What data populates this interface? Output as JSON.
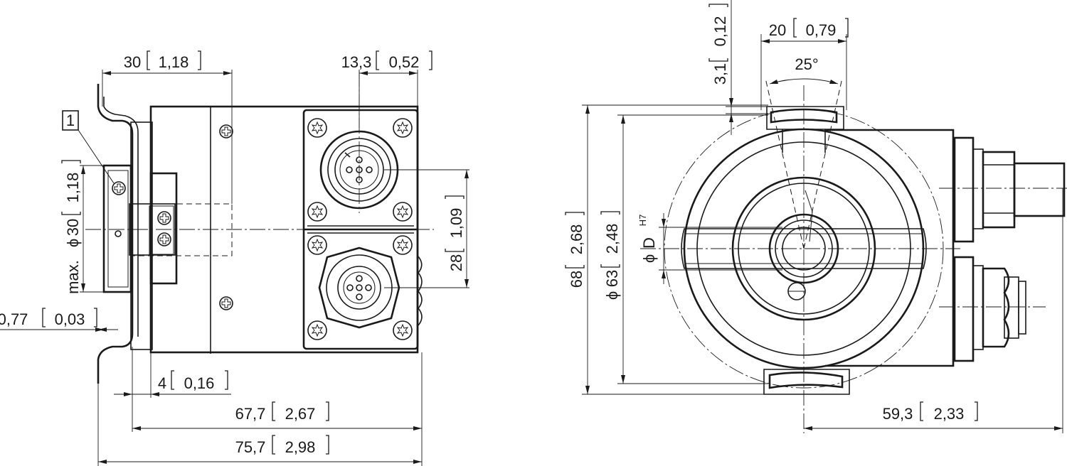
{
  "dimensions": {
    "d30_top": "30",
    "d30_top_in": "1,18",
    "d13": "13,3",
    "d13_in": "0,52",
    "d_max30_prefix": "max.",
    "d_max30_sym": "ϕ",
    "d_max30": "30",
    "d_max30_in": "1,18",
    "d28": "28",
    "d28_in": "1,09",
    "d077": "0,77",
    "d077_in": "0,03",
    "d4": "4",
    "d4_in": "0,16",
    "d677": "67,7",
    "d677_in": "2,67",
    "d757": "75,7",
    "d757_in": "2,98",
    "d20": "20",
    "d20_in": "0,79",
    "d31": "3,1",
    "d31_in": "0,12",
    "angle25": "25°",
    "d68": "68",
    "d68_in": "2,68",
    "d63_sym": "ϕ",
    "d63": "63",
    "d63_in": "2,48",
    "bore_sym": "ϕ",
    "bore_D": "D",
    "bore_tol": "H7",
    "d593": "59,3",
    "d593_in": "2,33"
  },
  "callout": {
    "number": "1"
  }
}
